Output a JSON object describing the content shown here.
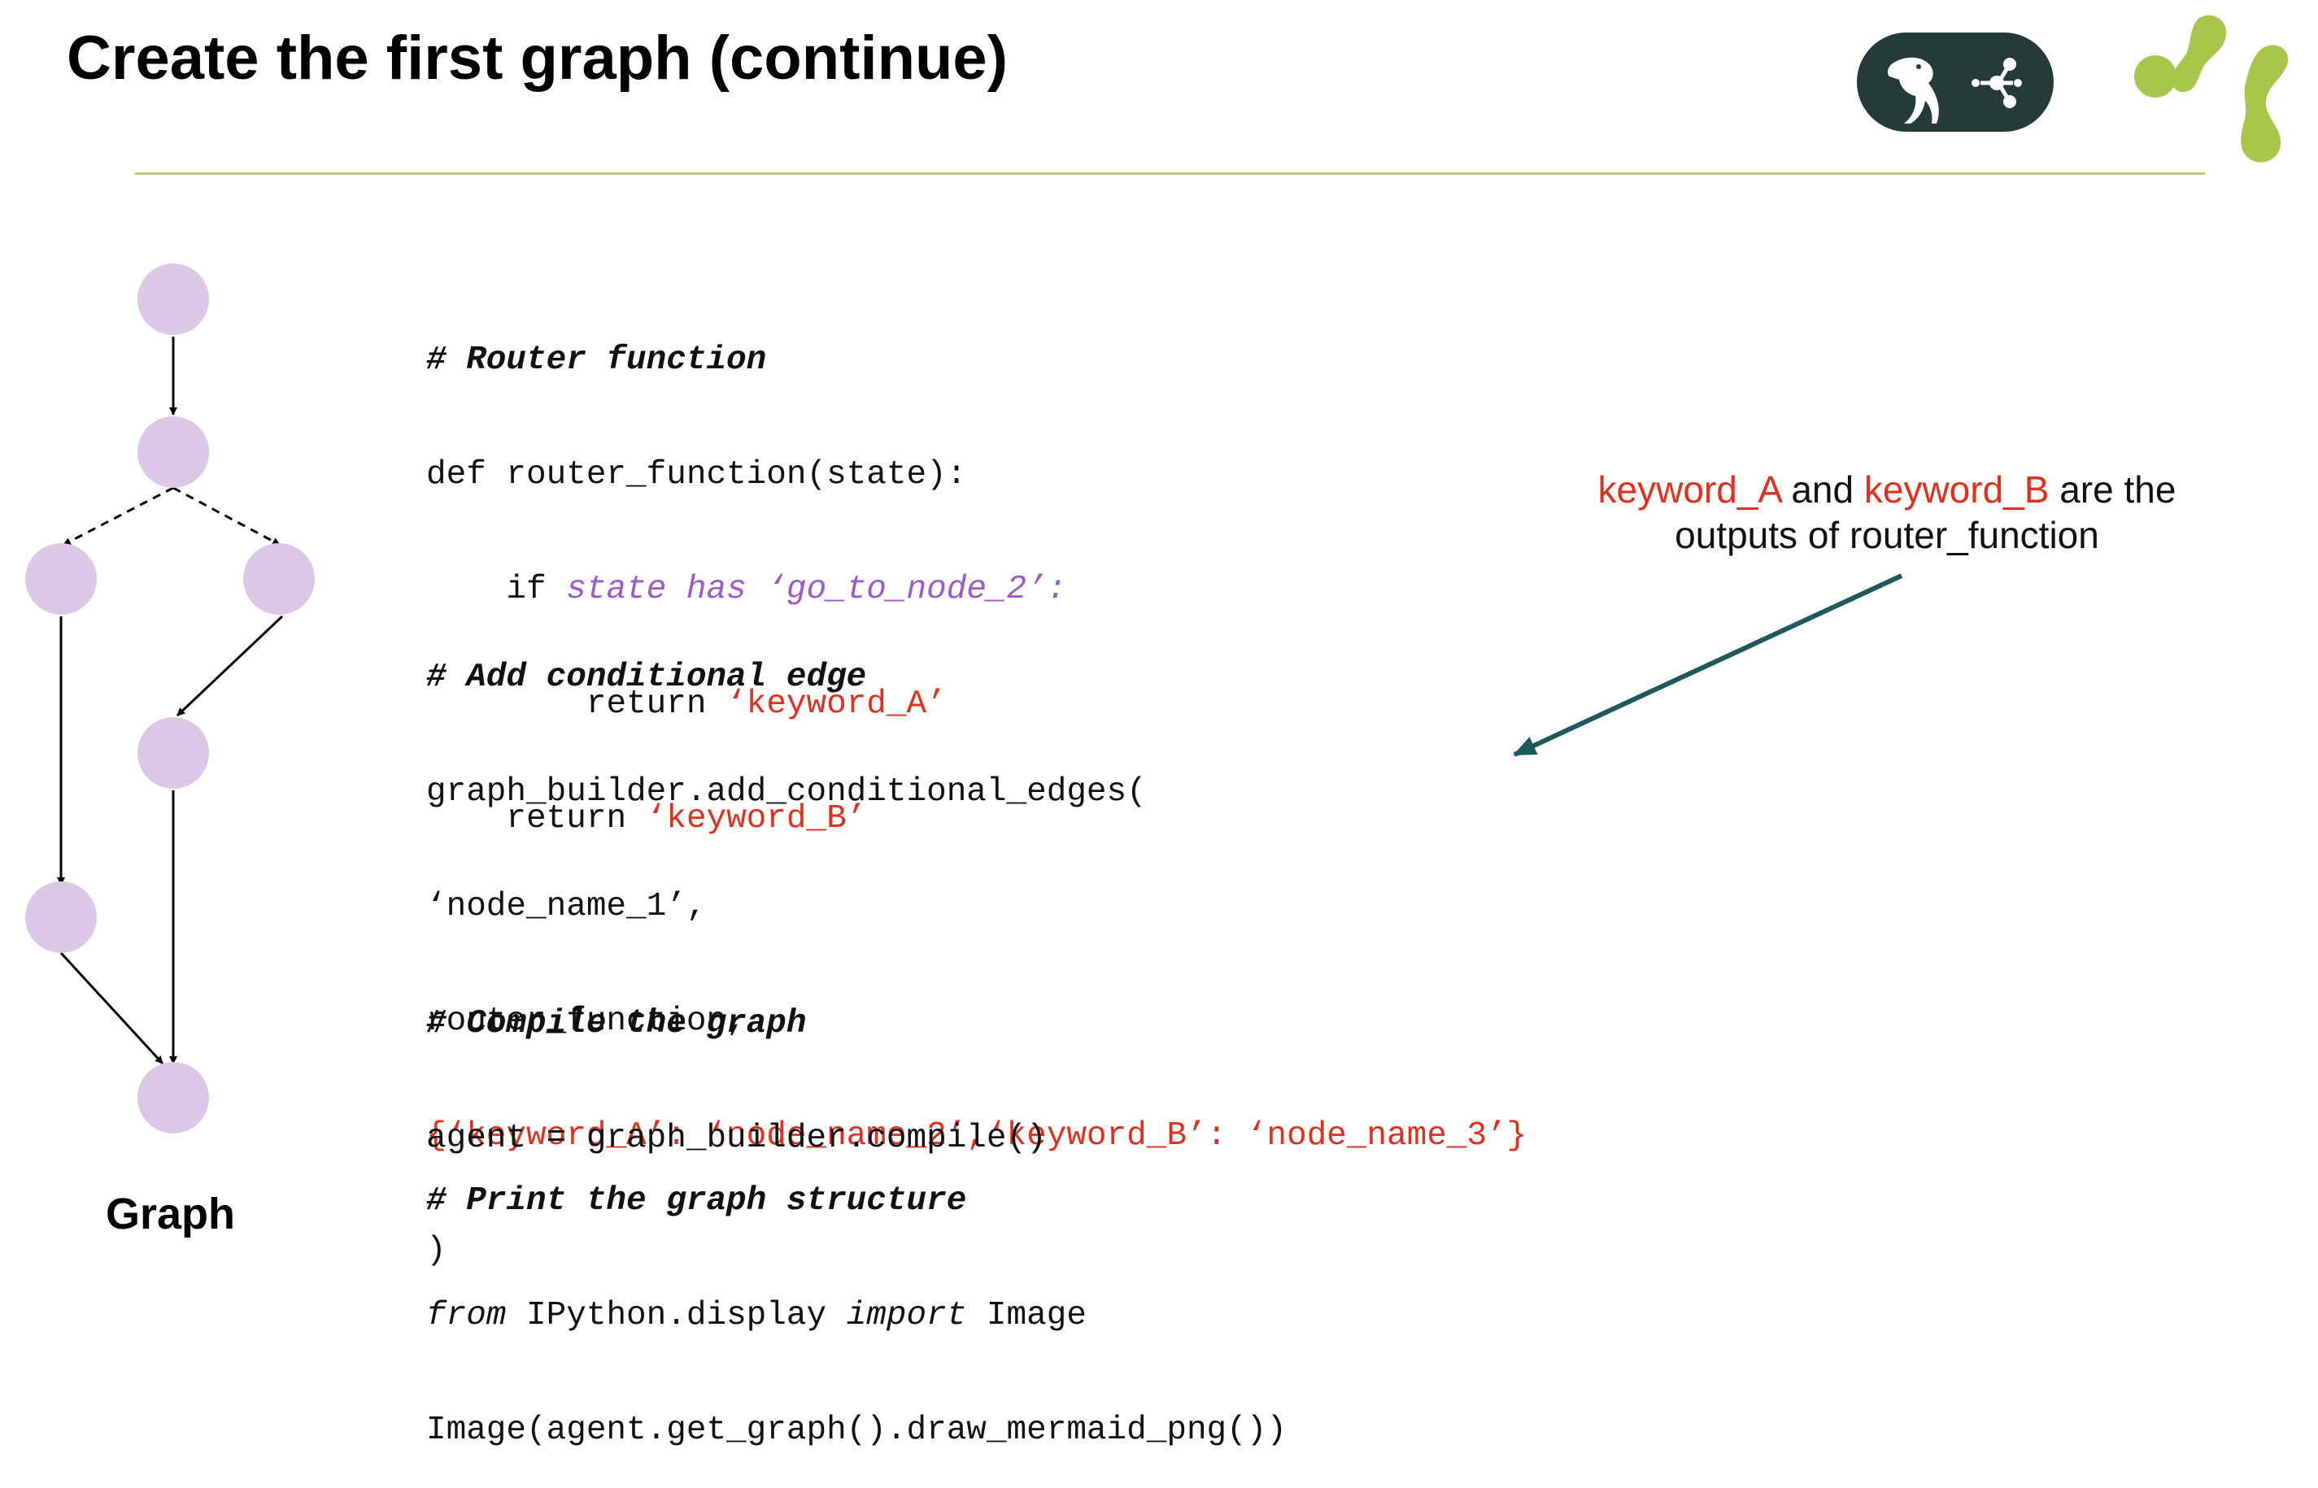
{
  "slide": {
    "title": "Create the first graph (continue)",
    "graph_label": "Graph"
  },
  "code": {
    "router": {
      "comment": "# Router function",
      "line1": "def router_function(state):",
      "line2_kw": "if ",
      "line2_cond": "state has ‘go_to_node_2’:",
      "line3_kw": "return ",
      "line3_val": "‘keyword_A’",
      "line4_kw": "return ",
      "line4_val": "‘keyword_B’"
    },
    "edge": {
      "comment": "# Add conditional edge",
      "line1": "graph_builder.add_conditional_edges(",
      "line2": "‘node_name_1’,",
      "line3": "router_function,",
      "line4": "{‘keyword_A’: ‘node_name_2’,‘keyword_B’: ‘node_name_3’}",
      "line5": ")"
    },
    "compile": {
      "comment": "# Compile the graph",
      "line1": "agent = graph_builder.compile()"
    },
    "print": {
      "comment": "# Print the graph structure",
      "line1_from": "from",
      "line1_mid": " IPython.display ",
      "line1_import": "import",
      "line1_end": " Image",
      "line2": "Image(agent.get_graph().draw_mermaid_png())"
    }
  },
  "annotation": {
    "kw_a": "keyword_A",
    "and": " and ",
    "kw_b": "keyword_B",
    "are_the": " are the",
    "line2": "outputs of router_function"
  },
  "colors": {
    "node_fill": "#dcc8e6",
    "accent_green": "#b7cf73",
    "badge_bg": "#243b39",
    "arrow_teal": "#1f5a5a",
    "keyword_red": "#e0301e",
    "condition_purple": "#a05ac8"
  },
  "icons": {
    "badge": [
      "parrot-icon",
      "graph-nodes-icon"
    ],
    "brand": "brand-logo"
  }
}
